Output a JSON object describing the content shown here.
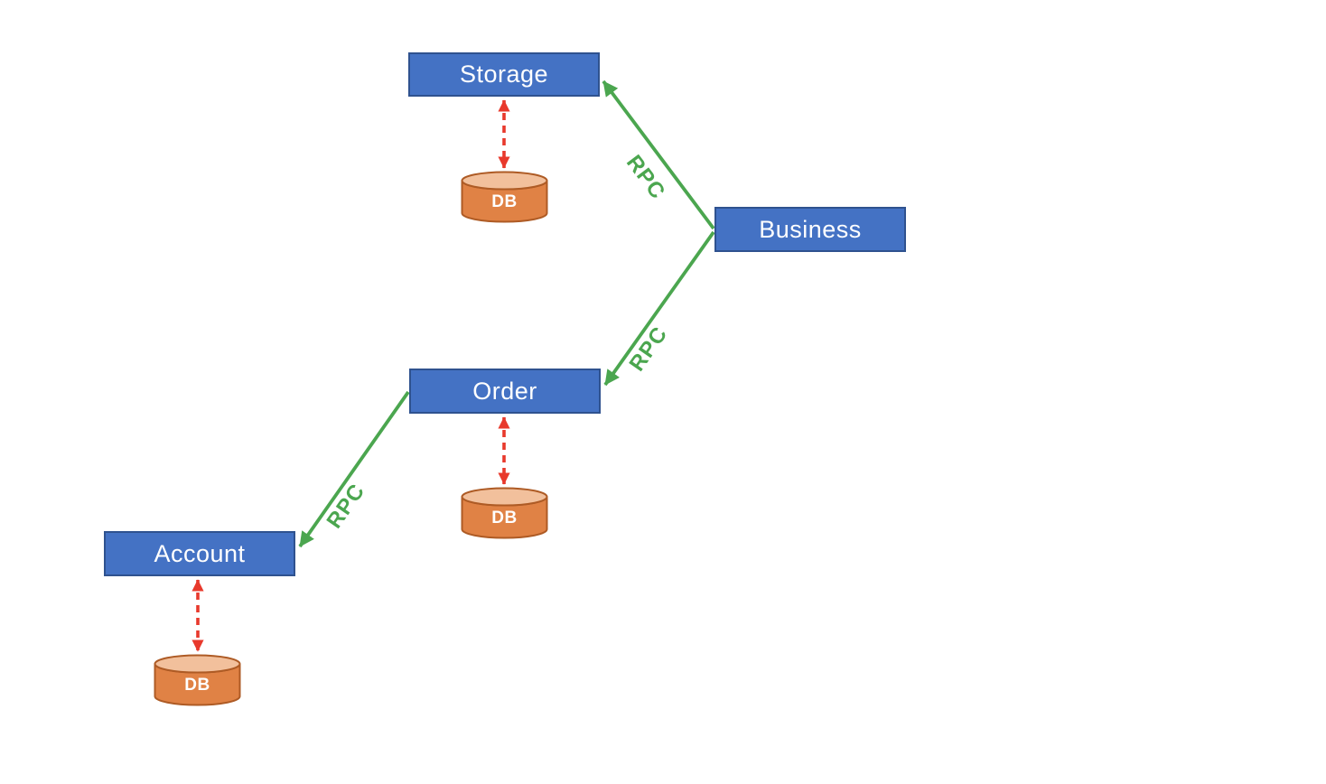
{
  "diagram": {
    "nodes": [
      {
        "id": "storage",
        "label": "Storage"
      },
      {
        "id": "business",
        "label": "Business"
      },
      {
        "id": "order",
        "label": "Order"
      },
      {
        "id": "account",
        "label": "Account"
      }
    ],
    "databases": [
      {
        "attached_to": "storage",
        "label": "DB"
      },
      {
        "attached_to": "order",
        "label": "DB"
      },
      {
        "attached_to": "account",
        "label": "DB"
      }
    ],
    "edges": [
      {
        "from": "business",
        "to": "storage",
        "label": "RPC",
        "style": "solid-green-arrow"
      },
      {
        "from": "business",
        "to": "order",
        "label": "RPC",
        "style": "solid-green-arrow"
      },
      {
        "from": "order",
        "to": "account",
        "label": "RPC",
        "style": "solid-green-arrow"
      }
    ],
    "db_links": [
      {
        "between": [
          "storage",
          "db"
        ],
        "style": "red-dashed-double-arrow"
      },
      {
        "between": [
          "order",
          "db"
        ],
        "style": "red-dashed-double-arrow"
      },
      {
        "between": [
          "account",
          "db"
        ],
        "style": "red-dashed-double-arrow"
      }
    ],
    "colors": {
      "node_fill": "#4472C4",
      "node_border": "#2F528F",
      "node_text": "#FFFFFF",
      "db_body": "#E08245",
      "db_top": "#F2C09C",
      "db_border": "#AE5B25",
      "db_text": "#FFFFFF",
      "rpc_green": "#4BA64F",
      "db_link_red": "#E8392C"
    }
  }
}
